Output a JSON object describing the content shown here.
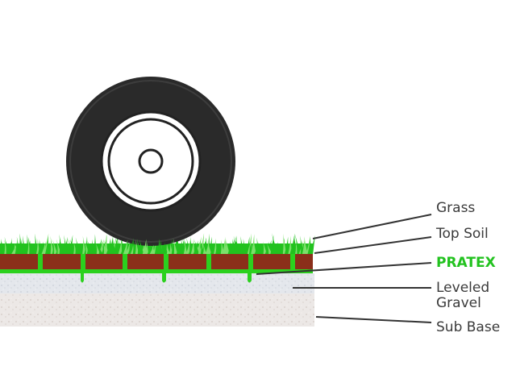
{
  "labels": {
    "grass": "Grass",
    "top_soil": "Top Soil",
    "pratex": "PRATEX",
    "leveled_gravel": [
      "Leveled",
      "Gravel"
    ],
    "sub_base": "Sub Base"
  },
  "colors": {
    "grass": "#22c21f",
    "grass_light": "#7be06a",
    "soil": "#8b2f1a",
    "pratex": "#2bd11e",
    "gravel": "#e2e5ea",
    "sub_base": "#ece8e6",
    "tire": "#2a2a2a",
    "leader_line": "#333333",
    "label_text": "#3a3a3a"
  },
  "icons": [
    "tire-icon"
  ]
}
